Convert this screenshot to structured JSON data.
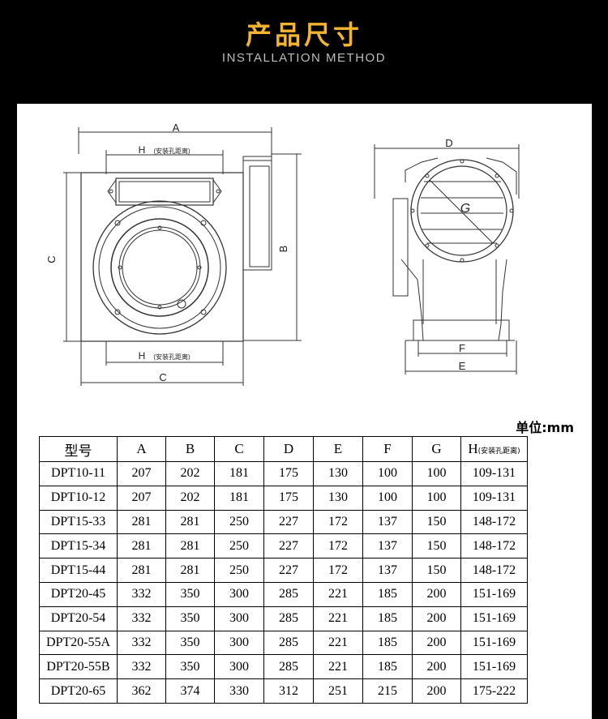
{
  "header": {
    "title": "产品尺寸",
    "subtitle": "INSTALLATION METHOD"
  },
  "diagram_front": {
    "label_a": "A",
    "label_h_top": "H",
    "label_h_top_note": "(安装孔距离)",
    "label_c_left": "C",
    "label_b": "B",
    "label_h_bottom": "H",
    "label_h_bottom_note": "(安装孔距离)",
    "label_c_bottom": "C"
  },
  "diagram_side": {
    "label_d": "D",
    "label_g": "G",
    "label_f": "F",
    "label_e": "E"
  },
  "unit_label": "单位:mm",
  "table": {
    "headers": [
      "型号",
      "A",
      "B",
      "C",
      "D",
      "E",
      "F",
      "G",
      "H"
    ],
    "h_note": "(安装孔距离)",
    "rows": [
      [
        "DPT10-11",
        "207",
        "202",
        "181",
        "175",
        "130",
        "100",
        "100",
        "109-131"
      ],
      [
        "DPT10-12",
        "207",
        "202",
        "181",
        "175",
        "130",
        "100",
        "100",
        "109-131"
      ],
      [
        "DPT15-33",
        "281",
        "281",
        "250",
        "227",
        "172",
        "137",
        "150",
        "148-172"
      ],
      [
        "DPT15-34",
        "281",
        "281",
        "250",
        "227",
        "172",
        "137",
        "150",
        "148-172"
      ],
      [
        "DPT15-44",
        "281",
        "281",
        "250",
        "227",
        "172",
        "137",
        "150",
        "148-172"
      ],
      [
        "DPT20-45",
        "332",
        "350",
        "300",
        "285",
        "221",
        "185",
        "200",
        "151-169"
      ],
      [
        "DPT20-54",
        "332",
        "350",
        "300",
        "285",
        "221",
        "185",
        "200",
        "151-169"
      ],
      [
        "DPT20-55A",
        "332",
        "350",
        "300",
        "285",
        "221",
        "185",
        "200",
        "151-169"
      ],
      [
        "DPT20-55B",
        "332",
        "350",
        "300",
        "285",
        "221",
        "185",
        "200",
        "151-169"
      ],
      [
        "DPT20-65",
        "362",
        "374",
        "330",
        "312",
        "251",
        "215",
        "200",
        "175-222"
      ]
    ]
  }
}
